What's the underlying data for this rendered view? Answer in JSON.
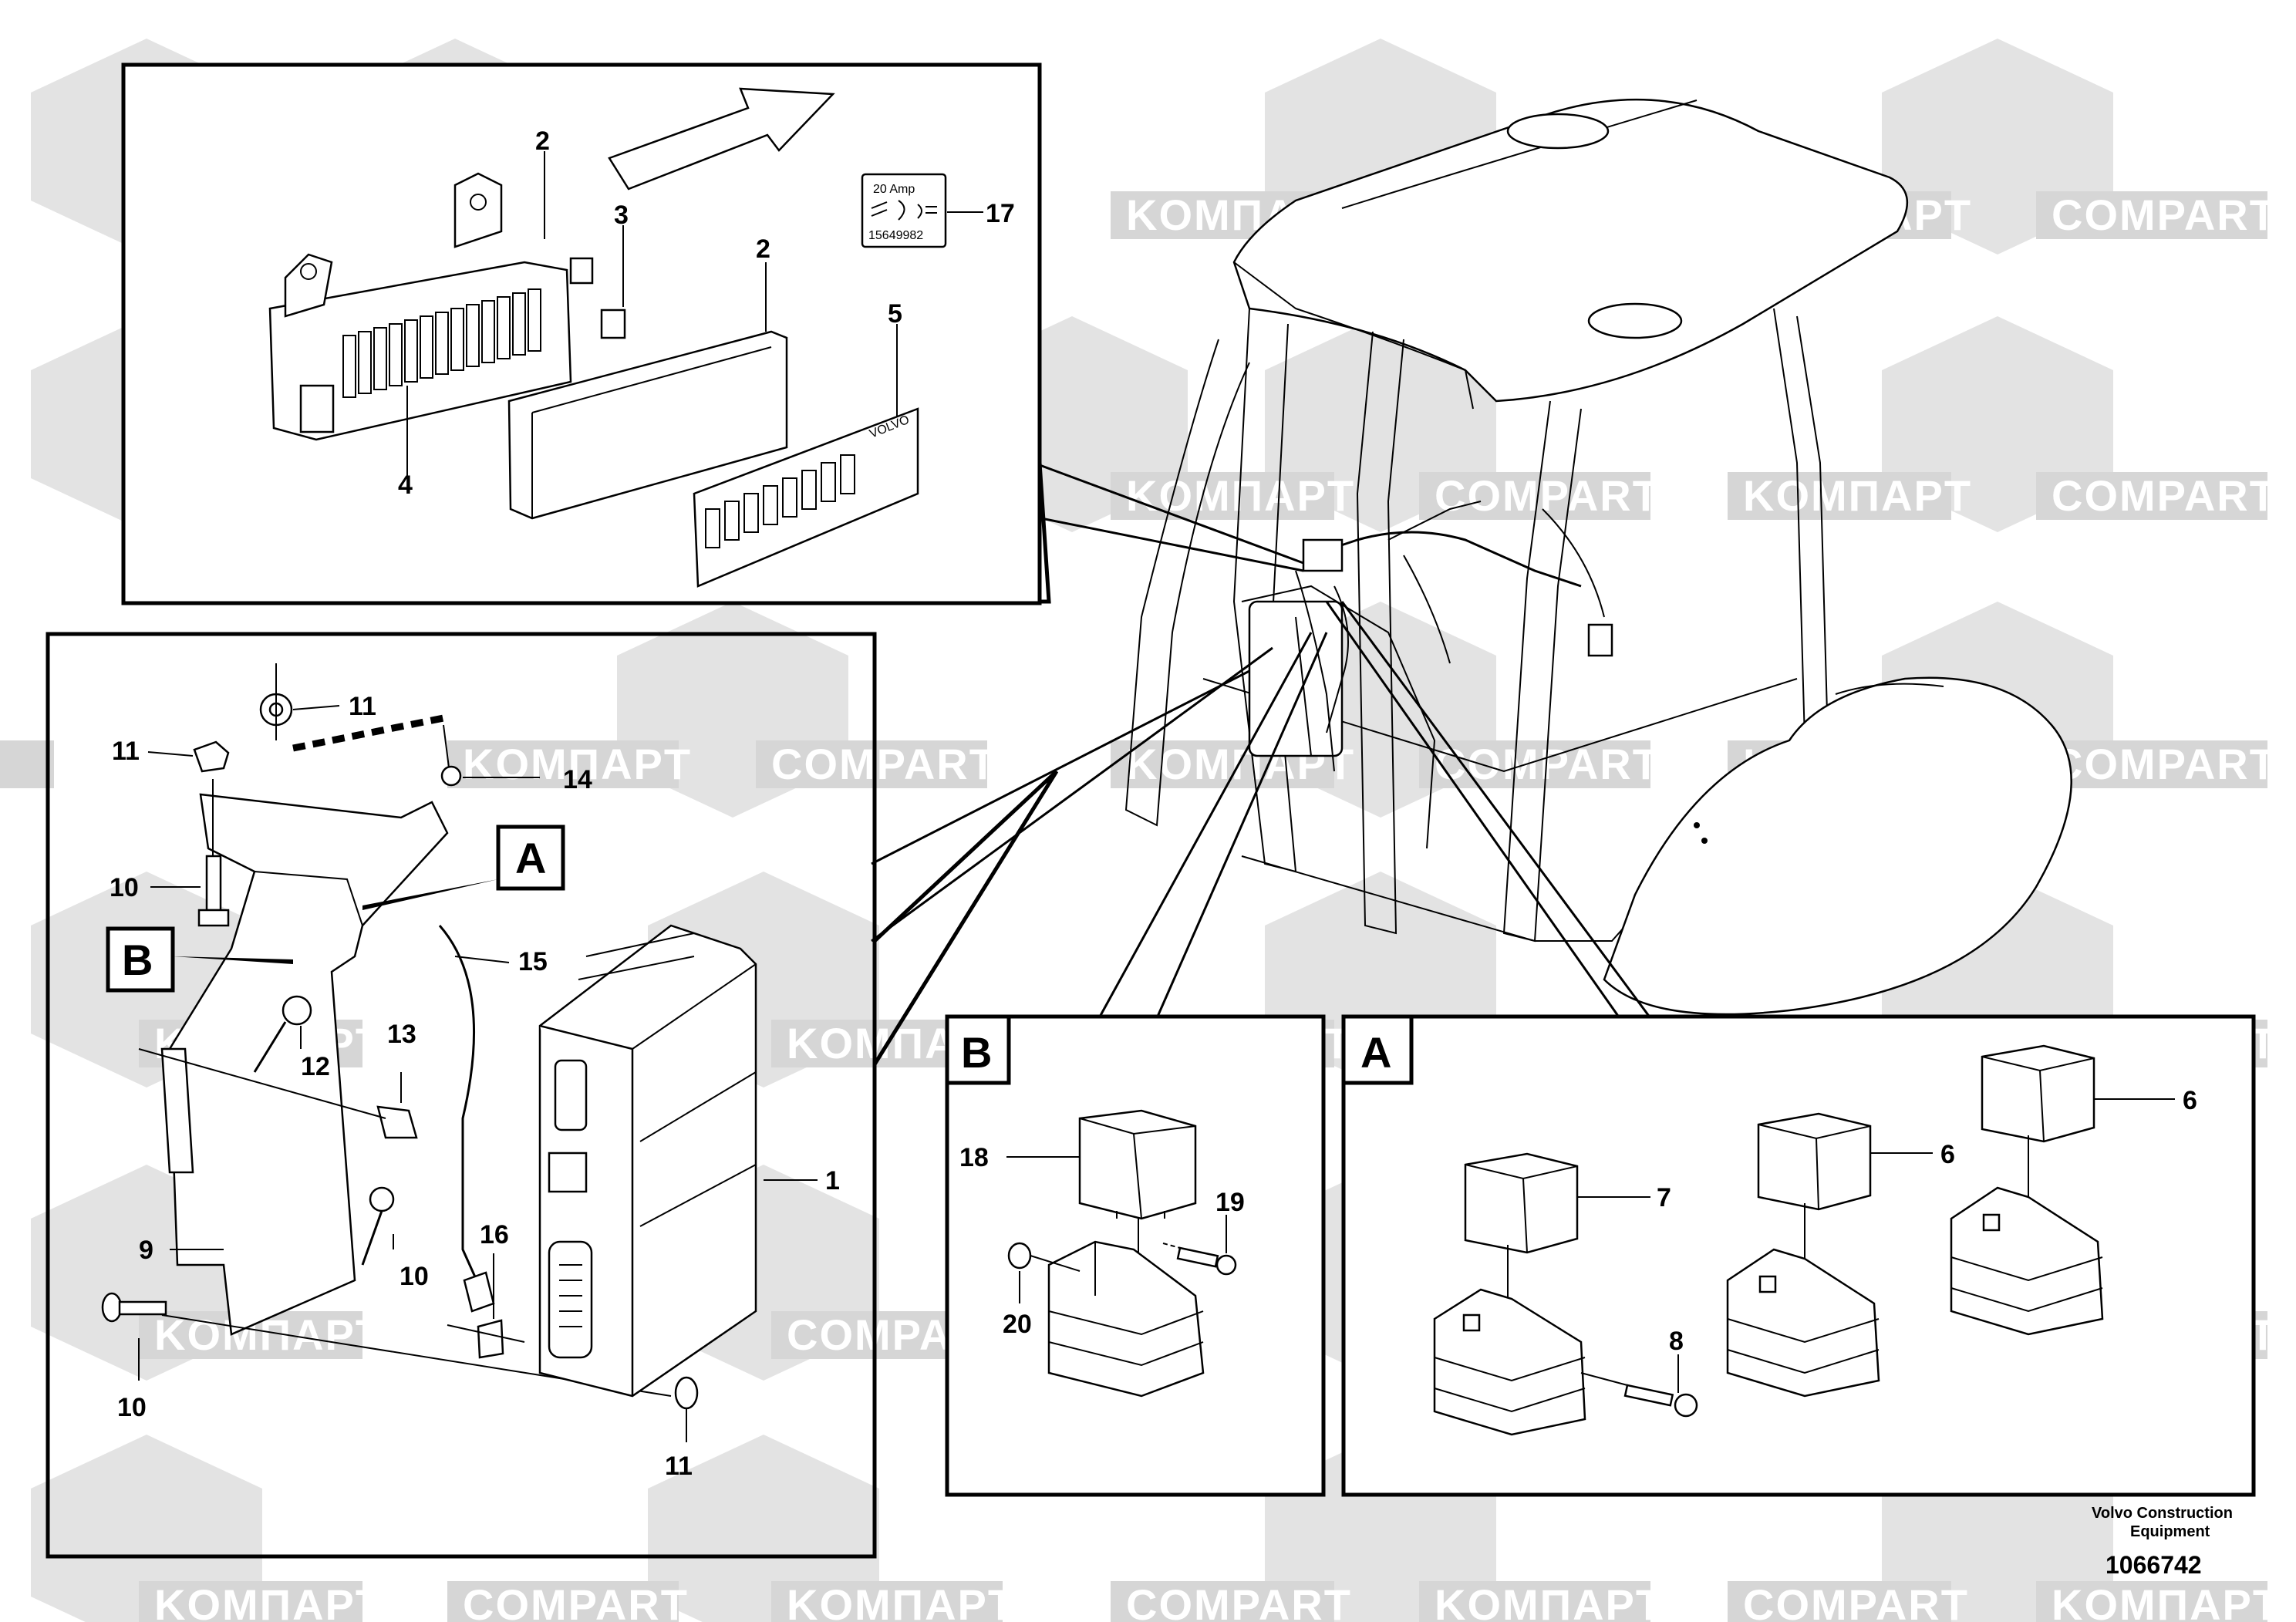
{
  "watermark": {
    "words": [
      "KOMΠAPT",
      "COMPART"
    ],
    "color": "#d9d9d9"
  },
  "callouts": {
    "c1": "1",
    "c2a": "2",
    "c2b": "2",
    "c3": "3",
    "c4": "4",
    "c5": "5",
    "c6a": "6",
    "c6b": "6",
    "c7": "7",
    "c8": "8",
    "c9": "9",
    "c10a": "10",
    "c10b": "10",
    "c10c": "10",
    "c11a": "11",
    "c11b": "11",
    "c11c": "11",
    "c12": "12",
    "c13": "13",
    "c14": "14",
    "c15": "15",
    "c16": "16",
    "c17": "17",
    "c18": "18",
    "c19": "19",
    "c20": "20"
  },
  "detail_boxes": {
    "a_main": "A",
    "b_main": "B",
    "a_panel": "A",
    "b_panel": "B"
  },
  "decal": {
    "rating": "20 Amp",
    "part_number": "15649982"
  },
  "fuse_cover_brand": "VOLVO",
  "footer": {
    "company": "Volvo Construction",
    "company_line2": "Equipment",
    "drawing_number": "1066742"
  }
}
